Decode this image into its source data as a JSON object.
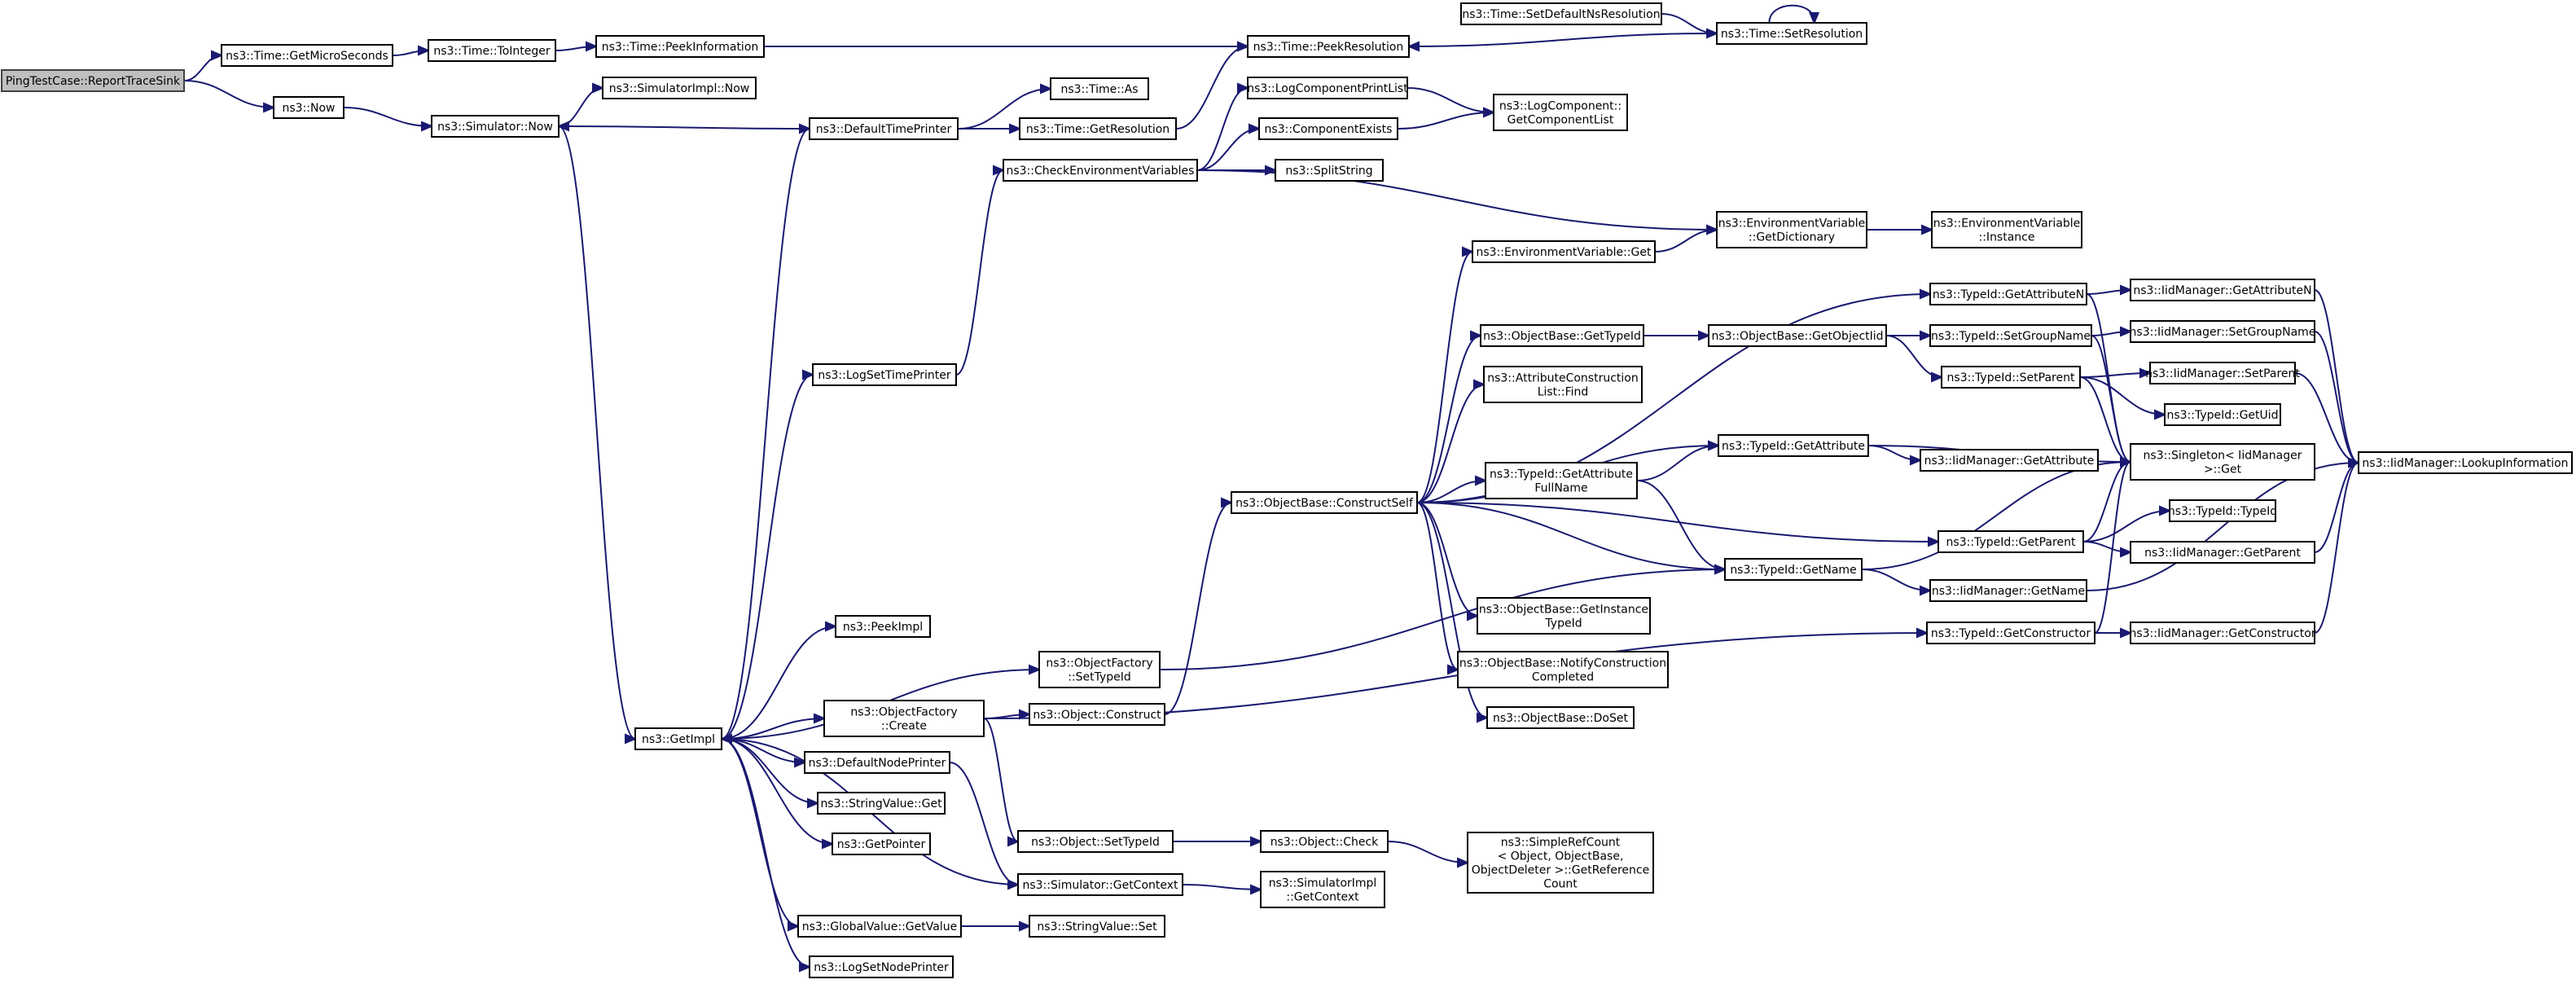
{
  "colors": {
    "edge": "#191970",
    "node_fill": "#ffffff",
    "root_fill": "#bfbfbf",
    "node_stroke": "#000000"
  },
  "nodes": {
    "root": [
      "PingTestCase::ReportTraceSink"
    ],
    "getMicroSeconds": [
      "ns3::Time::GetMicroSeconds"
    ],
    "toInteger": [
      "ns3::Time::ToInteger"
    ],
    "peekInformation": [
      "ns3::Time::PeekInformation"
    ],
    "peekResolution": [
      "ns3::Time::PeekResolution"
    ],
    "setDefaultNsResolution": [
      "ns3::Time::SetDefaultNsResolution"
    ],
    "setResolution": [
      "ns3::Time::SetResolution"
    ],
    "now": [
      "ns3::Now"
    ],
    "simulatorNow": [
      "ns3::Simulator::Now"
    ],
    "simulatorImplNow": [
      "ns3::SimulatorImpl::Now"
    ],
    "defaultTimePrinter": [
      "ns3::DefaultTimePrinter"
    ],
    "timeAs": [
      "ns3::Time::As"
    ],
    "timeGetResolution": [
      "ns3::Time::GetResolution"
    ],
    "logComponentPrintList": [
      "ns3::LogComponentPrintList"
    ],
    "logComponentGetList": [
      "ns3::LogComponent::",
      "GetComponentList"
    ],
    "componentExists": [
      "ns3::ComponentExists"
    ],
    "checkEnvVars": [
      "ns3::CheckEnvironmentVariables"
    ],
    "splitString": [
      "ns3::SplitString"
    ],
    "envVarGetDictionary": [
      "ns3::EnvironmentVariable",
      "::GetDictionary"
    ],
    "envVarInstance": [
      "ns3::EnvironmentVariable",
      "::Instance"
    ],
    "envVarGet": [
      "ns3::EnvironmentVariable::Get"
    ],
    "typeIdGetAttributeN": [
      "ns3::TypeId::GetAttributeN"
    ],
    "iidGetAttributeN": [
      "ns3::IidManager::GetAttributeN"
    ],
    "objectBaseGetTypeId": [
      "ns3::ObjectBase::GetTypeId"
    ],
    "objectBaseGetObjectIid": [
      "ns3::ObjectBase::GetObjectIid"
    ],
    "typeIdSetGroupName": [
      "ns3::TypeId::SetGroupName"
    ],
    "iidSetGroupName": [
      "ns3::IidManager::SetGroupName"
    ],
    "typeIdSetParent": [
      "ns3::TypeId::SetParent"
    ],
    "iidSetParent": [
      "ns3::IidManager::SetParent"
    ],
    "typeIdGetUid": [
      "ns3::TypeId::GetUid"
    ],
    "attrConstructionListFind": [
      "ns3::AttributeConstruction",
      "List::Find"
    ],
    "logSetTimePrinter": [
      "ns3::LogSetTimePrinter"
    ],
    "typeIdGetAttribute": [
      "ns3::TypeId::GetAttribute"
    ],
    "iidGetAttribute": [
      "ns3::IidManager::GetAttribute"
    ],
    "singletonGet": [
      "ns3::Singleton< IidManager",
      " >::Get"
    ],
    "lookupInformation": [
      "ns3::IidManager::LookupInformation"
    ],
    "typeIdGetAttributeFullName": [
      "ns3::TypeId::GetAttribute",
      "FullName"
    ],
    "constructSelf": [
      "ns3::ObjectBase::ConstructSelf"
    ],
    "typeIdTypeId": [
      "ns3::TypeId::TypeId"
    ],
    "typeIdGetParent": [
      "ns3::TypeId::GetParent"
    ],
    "iidGetParent": [
      "ns3::IidManager::GetParent"
    ],
    "typeIdGetName": [
      "ns3::TypeId::GetName"
    ],
    "iidGetName": [
      "ns3::IidManager::GetName"
    ],
    "getInstanceTypeId": [
      "ns3::ObjectBase::GetInstance",
      "TypeId"
    ],
    "peekImpl": [
      "ns3::PeekImpl"
    ],
    "typeIdGetConstructor": [
      "ns3::TypeId::GetConstructor"
    ],
    "iidGetConstructor": [
      "ns3::IidManager::GetConstructor"
    ],
    "notifyConstructionCompleted": [
      "ns3::ObjectBase::NotifyConstruction",
      "Completed"
    ],
    "objectFactorySetTypeId": [
      "ns3::ObjectFactory",
      "::SetTypeId"
    ],
    "objectBaseDoSet": [
      "ns3::ObjectBase::DoSet"
    ],
    "objectFactoryCreate": [
      "ns3::ObjectFactory",
      "::Create"
    ],
    "objectConstruct": [
      "ns3::Object::Construct"
    ],
    "getImpl": [
      "ns3::GetImpl"
    ],
    "defaultNodePrinter": [
      "ns3::DefaultNodePrinter"
    ],
    "stringValueGet": [
      "ns3::StringValue::Get"
    ],
    "getPointer": [
      "ns3::GetPointer"
    ],
    "objectSetTypeId": [
      "ns3::Object::SetTypeId"
    ],
    "objectCheck": [
      "ns3::Object::Check"
    ],
    "simpleRefCount": [
      "ns3::SimpleRefCount",
      "< Object, ObjectBase,",
      "ObjectDeleter >::GetReference",
      "Count"
    ],
    "simulatorGetContext": [
      "ns3::Simulator::GetContext"
    ],
    "simulatorImplGetContext": [
      "ns3::SimulatorImpl",
      "::GetContext"
    ],
    "globalValueGetValue": [
      "ns3::GlobalValue::GetValue"
    ],
    "stringValueSet": [
      "ns3::StringValue::Set"
    ],
    "logSetNodePrinter": [
      "ns3::LogSetNodePrinter"
    ]
  },
  "edges": [
    [
      "root",
      "getMicroSeconds"
    ],
    [
      "root",
      "now"
    ],
    [
      "getMicroSeconds",
      "toInteger"
    ],
    [
      "toInteger",
      "peekInformation"
    ],
    [
      "peekInformation",
      "peekResolution"
    ],
    [
      "setDefaultNsResolution",
      "setResolution"
    ],
    [
      "setResolution",
      "setResolution"
    ],
    [
      "setResolution",
      "peekResolution"
    ],
    [
      "now",
      "simulatorNow"
    ],
    [
      "simulatorNow",
      "simulatorImplNow"
    ],
    [
      "simulatorNow",
      "getImpl"
    ],
    [
      "defaultTimePrinter",
      "simulatorNow"
    ],
    [
      "defaultTimePrinter",
      "timeAs"
    ],
    [
      "defaultTimePrinter",
      "timeGetResolution"
    ],
    [
      "timeGetResolution",
      "peekResolution"
    ],
    [
      "checkEnvVars",
      "logComponentPrintList"
    ],
    [
      "checkEnvVars",
      "componentExists"
    ],
    [
      "checkEnvVars",
      "splitString"
    ],
    [
      "checkEnvVars",
      "envVarGetDictionary"
    ],
    [
      "logComponentPrintList",
      "logComponentGetList"
    ],
    [
      "componentExists",
      "logComponentGetList"
    ],
    [
      "envVarGetDictionary",
      "envVarInstance"
    ],
    [
      "envVarGet",
      "envVarGetDictionary"
    ],
    [
      "logSetTimePrinter",
      "checkEnvVars"
    ],
    [
      "constructSelf",
      "envVarGet"
    ],
    [
      "constructSelf",
      "typeIdGetAttributeN"
    ],
    [
      "constructSelf",
      "objectBaseGetTypeId"
    ],
    [
      "constructSelf",
      "attrConstructionListFind"
    ],
    [
      "constructSelf",
      "typeIdGetAttribute"
    ],
    [
      "constructSelf",
      "typeIdGetAttributeFullName"
    ],
    [
      "constructSelf",
      "typeIdGetParent"
    ],
    [
      "constructSelf",
      "typeIdGetName"
    ],
    [
      "constructSelf",
      "getInstanceTypeId"
    ],
    [
      "constructSelf",
      "notifyConstructionCompleted"
    ],
    [
      "constructSelf",
      "objectBaseDoSet"
    ],
    [
      "typeIdGetAttributeN",
      "iidGetAttributeN"
    ],
    [
      "typeIdGetAttributeN",
      "singletonGet"
    ],
    [
      "iidGetAttributeN",
      "lookupInformation"
    ],
    [
      "objectBaseGetTypeId",
      "objectBaseGetObjectIid"
    ],
    [
      "objectBaseGetObjectIid",
      "typeIdSetGroupName"
    ],
    [
      "objectBaseGetObjectIid",
      "typeIdSetParent"
    ],
    [
      "typeIdSetGroupName",
      "iidSetGroupName"
    ],
    [
      "typeIdSetGroupName",
      "singletonGet"
    ],
    [
      "iidSetGroupName",
      "lookupInformation"
    ],
    [
      "typeIdSetParent",
      "iidSetParent"
    ],
    [
      "typeIdSetParent",
      "typeIdGetUid"
    ],
    [
      "typeIdSetParent",
      "singletonGet"
    ],
    [
      "iidSetParent",
      "lookupInformation"
    ],
    [
      "typeIdGetAttribute",
      "iidGetAttribute"
    ],
    [
      "typeIdGetAttribute",
      "singletonGet"
    ],
    [
      "typeIdGetAttributeFullName",
      "typeIdGetAttribute"
    ],
    [
      "typeIdGetAttributeFullName",
      "typeIdGetName"
    ],
    [
      "typeIdGetParent",
      "typeIdTypeId"
    ],
    [
      "typeIdGetParent",
      "iidGetParent"
    ],
    [
      "typeIdGetParent",
      "singletonGet"
    ],
    [
      "iidGetParent",
      "lookupInformation"
    ],
    [
      "typeIdGetName",
      "iidGetName"
    ],
    [
      "typeIdGetName",
      "singletonGet"
    ],
    [
      "iidGetName",
      "lookupInformation"
    ],
    [
      "typeIdGetConstructor",
      "iidGetConstructor"
    ],
    [
      "typeIdGetConstructor",
      "singletonGet"
    ],
    [
      "iidGetConstructor",
      "lookupInformation"
    ],
    [
      "getImpl",
      "defaultTimePrinter"
    ],
    [
      "getImpl",
      "logSetTimePrinter"
    ],
    [
      "getImpl",
      "peekImpl"
    ],
    [
      "getImpl",
      "objectFactorySetTypeId"
    ],
    [
      "getImpl",
      "objectFactoryCreate"
    ],
    [
      "getImpl",
      "defaultNodePrinter"
    ],
    [
      "getImpl",
      "stringValueGet"
    ],
    [
      "getImpl",
      "getPointer"
    ],
    [
      "getImpl",
      "globalValueGetValue"
    ],
    [
      "getImpl",
      "logSetNodePrinter"
    ],
    [
      "objectFactorySetTypeId",
      "typeIdGetName"
    ],
    [
      "objectFactoryCreate",
      "objectConstruct"
    ],
    [
      "objectFactoryCreate",
      "objectSetTypeId"
    ],
    [
      "objectFactoryCreate",
      "typeIdGetConstructor"
    ],
    [
      "objectConstruct",
      "constructSelf"
    ],
    [
      "objectSetTypeId",
      "objectCheck"
    ],
    [
      "objectCheck",
      "simpleRefCount"
    ],
    [
      "defaultNodePrinter",
      "simulatorGetContext"
    ],
    [
      "simulatorGetContext",
      "getImpl"
    ],
    [
      "simulatorGetContext",
      "simulatorImplGetContext"
    ],
    [
      "globalValueGetValue",
      "stringValueSet"
    ]
  ]
}
